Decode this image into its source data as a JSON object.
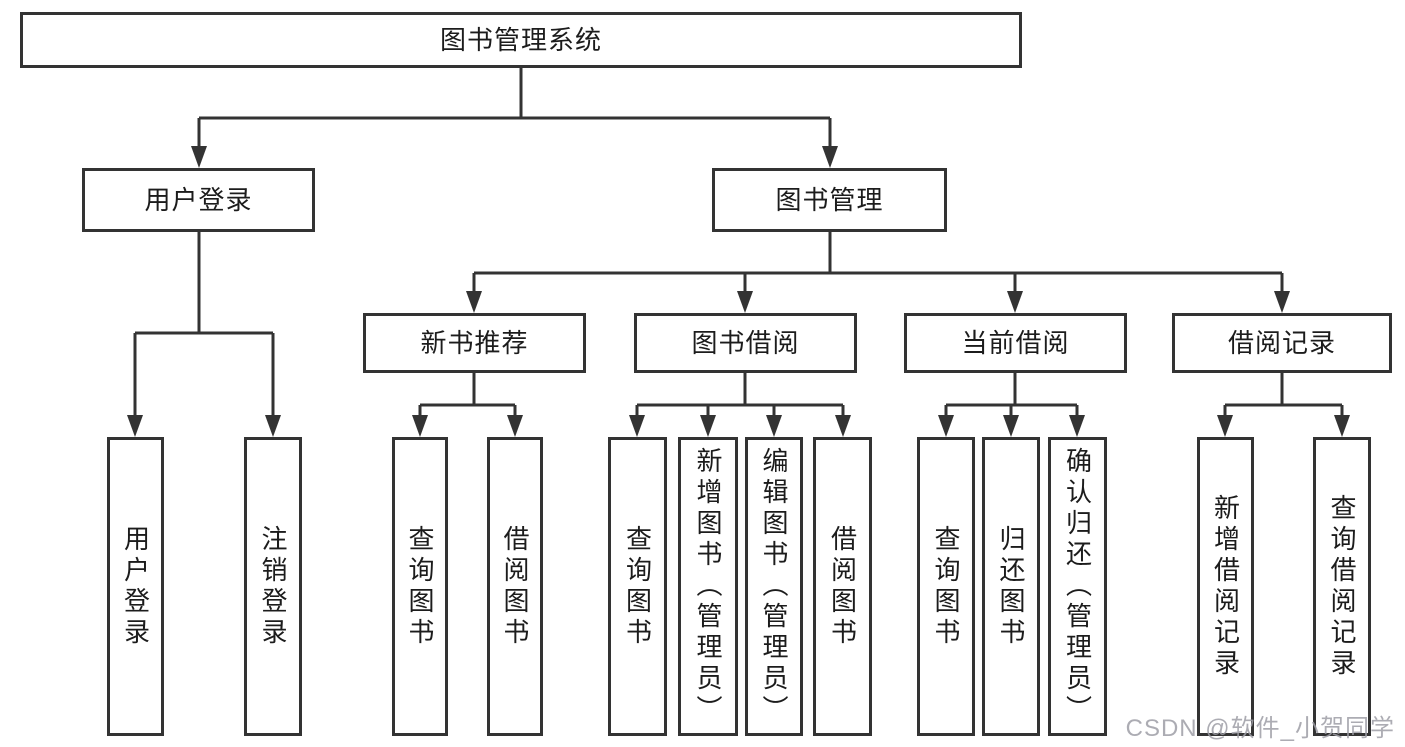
{
  "diagram": {
    "type": "hierarchy-diagram",
    "root": {
      "label": "图书管理系统"
    },
    "level2": [
      {
        "id": "user-login-group",
        "label": "用户登录"
      },
      {
        "id": "book-management",
        "label": "图书管理"
      }
    ],
    "level3": [
      {
        "id": "new-book-recommend",
        "label": "新书推荐"
      },
      {
        "id": "book-borrowing",
        "label": "图书借阅"
      },
      {
        "id": "current-borrowing",
        "label": "当前借阅"
      },
      {
        "id": "borrowing-records",
        "label": "借阅记录"
      }
    ],
    "leaves": {
      "user_login": {
        "label": "用户登录"
      },
      "logout_login": {
        "label": "注销登录"
      },
      "rec_query_book": {
        "label": "查询图书"
      },
      "rec_borrow_book": {
        "label": "借阅图书"
      },
      "bb_query_book": {
        "label": "查询图书"
      },
      "bb_add_book_admin": {
        "label": "新增图书（管理员）"
      },
      "bb_edit_book_admin": {
        "label": "编辑图书（管理员）"
      },
      "bb_borrow_book": {
        "label": "借阅图书"
      },
      "cb_query_book": {
        "label": "查询图书"
      },
      "cb_return_book": {
        "label": "归还图书"
      },
      "cb_confirm_return_admin": {
        "label": "确认归还（管理员）"
      },
      "br_add_record": {
        "label": "新增借阅记录"
      },
      "br_query_record": {
        "label": "查询借阅记录"
      }
    },
    "watermark": "CSDN @软件_小贺同学",
    "colors": {
      "background": "#ffffff",
      "line": "#333333",
      "box_border": "#333333",
      "text": "#1c1c1c",
      "watermark": "#b4b4b8"
    }
  }
}
